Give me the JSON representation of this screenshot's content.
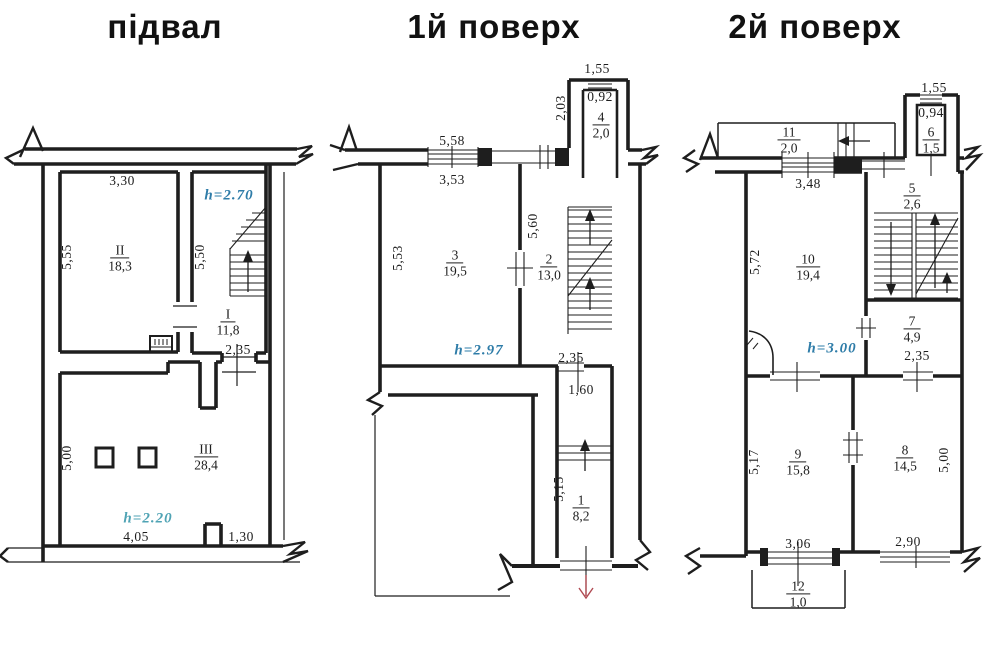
{
  "colors": {
    "ink": "#1e1e1e",
    "height_label_blue": "#2e7ca8",
    "height_label_teal": "#4fa3b4",
    "door_mark_red": "#b04a52",
    "paper": "#ffffff"
  },
  "titles": {
    "basement": "підвал",
    "floor1": "1й поверх",
    "floor2": "2й поверх"
  },
  "basement": {
    "rooms": [
      {
        "num": "II",
        "area": "18,3"
      },
      {
        "num": "I",
        "area": "11,8"
      },
      {
        "num": "III",
        "area": "28,4"
      }
    ],
    "dims": {
      "top330": "3,30",
      "left555": "5,55",
      "left550": "5,50",
      "door235": "2,35",
      "left500": "5,00",
      "bottom405": "4,05",
      "bottom130": "1,30"
    },
    "heights": {
      "upper": "h=2.70",
      "lower": "h=2.20"
    }
  },
  "floor1": {
    "rooms": [
      {
        "num": "4",
        "area": "2,0"
      },
      {
        "num": "3",
        "area": "19,5"
      },
      {
        "num": "2",
        "area": "13,0"
      },
      {
        "num": "1",
        "area": "8,2"
      }
    ],
    "dims": {
      "top155": "1,55",
      "inner092": "0,92",
      "left203": "2,03",
      "win558": "5,58",
      "top353": "3,53",
      "left553": "5,53",
      "right560": "5,60",
      "door235": "2,35",
      "top160": "1,60",
      "left515": "5,15"
    },
    "heights": {
      "main": "h=2.97"
    }
  },
  "floor2": {
    "rooms": [
      {
        "num": "11",
        "area": "2,0"
      },
      {
        "num": "6",
        "area": "1,5"
      },
      {
        "num": "5",
        "area": "2,6"
      },
      {
        "num": "10",
        "area": "19,4"
      },
      {
        "num": "7",
        "area": "4,9"
      },
      {
        "num": "9",
        "area": "15,8"
      },
      {
        "num": "8",
        "area": "14,5"
      },
      {
        "num": "12",
        "area": "1,0"
      }
    ],
    "dims": {
      "top155": "1,55",
      "inner094": "0,94",
      "win348": "3,48",
      "left572": "5,72",
      "door235": "2,35",
      "left517": "5,17",
      "right500": "5,00",
      "bottom306": "3,06",
      "bottom290": "2,90"
    },
    "heights": {
      "main": "h=3.00"
    }
  }
}
